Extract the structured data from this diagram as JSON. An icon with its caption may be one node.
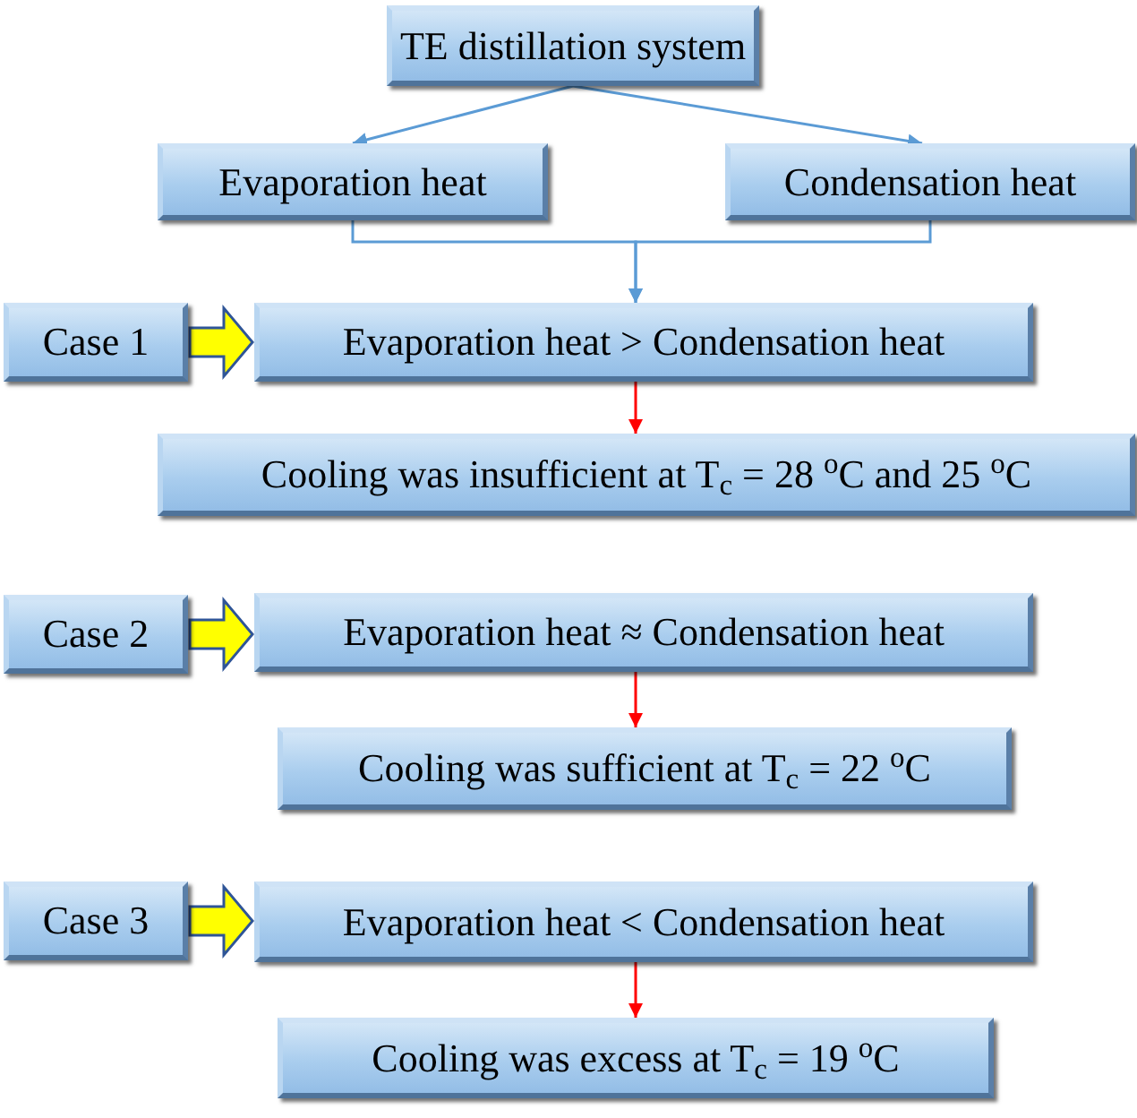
{
  "diagram": {
    "nodes": [
      {
        "text": [
          "TE distillation system"
        ]
      },
      {
        "text": [
          "Evaporation heat"
        ]
      },
      {
        "text": [
          "Condensation heat"
        ]
      },
      {
        "text": [
          "Case 1"
        ]
      },
      {
        "text": [
          "Evaporation heat > Condensation heat"
        ]
      },
      {
        "text": [
          "Cooling was insufficient at T$_{c}$ = 28 $^{o}$C and 25 $^{o}$C"
        ]
      },
      {
        "text": [
          "Case 2"
        ]
      },
      {
        "text": [
          "Evaporation heat ≈ Condensation heat"
        ]
      },
      {
        "text": [
          "Cooling was sufficient at T$_{c}$ = 22 $^{o}$C"
        ]
      },
      {
        "text": [
          "Case 3"
        ]
      },
      {
        "text": [
          "Evaporation heat < Condensation heat"
        ]
      },
      {
        "text": [
          "Cooling was excess at T$_{c}$ = 19 $^{o}$C"
        ]
      }
    ],
    "edges": [
      {
        "from": 0,
        "to": 1,
        "arrow": "to",
        "color": "#5b9bd5"
      },
      {
        "from": 0,
        "to": 2,
        "arrow": "to",
        "color": "#5b9bd5"
      },
      {
        "from": 1,
        "to": 4,
        "arrow": "to",
        "color": "#5b9bd5"
      },
      {
        "from": 2,
        "to": 4,
        "arrow": "to",
        "color": "#5b9bd5"
      },
      {
        "from": 3,
        "to": 4,
        "arrow": "to",
        "style": "thick",
        "color": "#ffff00"
      },
      {
        "from": 4,
        "to": 5,
        "arrow": "to",
        "color": "#ff0000"
      },
      {
        "from": 6,
        "to": 7,
        "arrow": "to",
        "style": "thick",
        "color": "#ffff00"
      },
      {
        "from": 7,
        "to": 8,
        "arrow": "to",
        "color": "#ff0000"
      },
      {
        "from": 9,
        "to": 10,
        "arrow": "to",
        "style": "thick",
        "color": "#ffff00"
      },
      {
        "from": 10,
        "to": 11,
        "arrow": "to",
        "color": "#ff0000"
      }
    ]
  }
}
